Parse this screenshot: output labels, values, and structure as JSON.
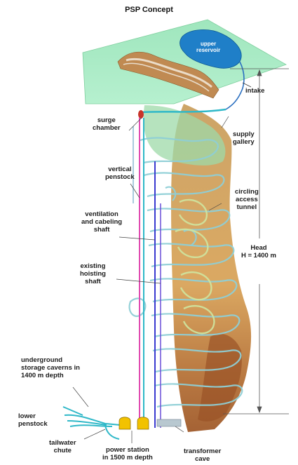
{
  "title": "PSP Concept",
  "labels": {
    "upper_reservoir": [
      "upper",
      "reservoir"
    ],
    "intake": [
      "intake"
    ],
    "surge_chamber": [
      "surge",
      "chamber"
    ],
    "supply_gallery": [
      "supply",
      "gallery"
    ],
    "vertical_penstock": [
      "vertical",
      "penstock"
    ],
    "circling_access_tunnel": [
      "circling",
      "access",
      "tunnel"
    ],
    "ventilation_shaft": [
      "ventilation",
      "and cabeling",
      "shaft"
    ],
    "head": [
      "Head",
      "H = 1400 m"
    ],
    "existing_hoisting_shaft": [
      "existing",
      "hoisting",
      "shaft"
    ],
    "storage_caverns": [
      "underground",
      "storage caverns in",
      "1400 m depth"
    ],
    "lower_penstock": [
      "lower",
      "penstock"
    ],
    "tailwater_chute": [
      "tailwater",
      "chute"
    ],
    "power_station": [
      "power station",
      "in 1500 m depth"
    ],
    "transformer_cave": [
      "transformer",
      "cave"
    ]
  },
  "colors": {
    "surface_plane": "#a8edc4",
    "upper_reservoir": "#1f7fc8",
    "mine_tunnels": "#8fcfd6",
    "rock_body": "#d9a45a",
    "penstock_pink": "#e04ab0",
    "penstock_blue": "#3a3ad0",
    "shaft_cyan": "#2fb8c8",
    "powerhouse": "#f2c200"
  }
}
